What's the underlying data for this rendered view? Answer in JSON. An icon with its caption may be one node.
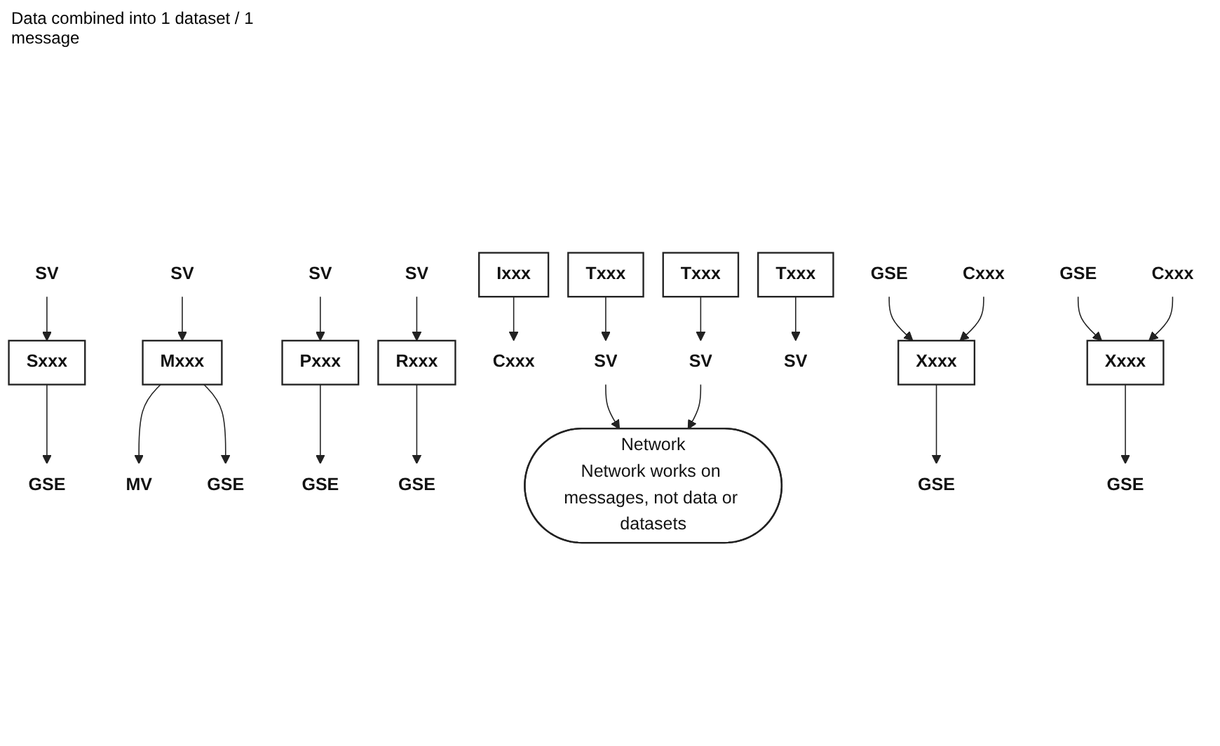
{
  "diagram": {
    "nodes": [
      {
        "text": [
          "Sxxx"
        ]
      },
      {
        "text": [
          "Mxxx"
        ]
      },
      {
        "text": [
          "Pxxx"
        ]
      },
      {
        "text": [
          "Rxxx"
        ]
      },
      {
        "text": [
          "Ixxx"
        ]
      },
      {
        "text": [
          "SV"
        ]
      },
      {
        "text": [
          "GSE"
        ]
      },
      {
        "text": [
          "MV"
        ]
      },
      {
        "text": [
          "SV"
        ]
      },
      {
        "text": [
          "GSE"
        ]
      },
      {
        "text": [
          "SV"
        ]
      },
      {
        "text": [
          "GSE"
        ]
      },
      {
        "text": [
          "SV"
        ]
      },
      {
        "text": [
          "GSE"
        ]
      },
      {
        "text": [
          "Cxxx"
        ]
      },
      {
        "text": [
          "Network",
          "Network works on messages, not data or datasets"
        ]
      },
      {
        "text": [
          "SV"
        ]
      },
      {
        "text": [
          "SV"
        ]
      },
      {
        "text": [
          "Txxx"
        ]
      },
      {
        "text": [
          "Txxx"
        ]
      },
      {
        "text": [
          "SV"
        ]
      },
      {
        "text": [
          "Txxx"
        ]
      },
      {
        "text": [
          "GSE"
        ]
      },
      {
        "text": [
          "GSE"
        ]
      },
      {
        "text": [
          "Cxxx"
        ]
      },
      {
        "text": [
          "Xxxx"
        ]
      },
      {
        "text": [
          "GSE"
        ]
      },
      {
        "text": [
          "GSE"
        ]
      },
      {
        "text": [
          "Cxxx"
        ]
      },
      {
        "text": [
          "Xxxx"
        ]
      }
    ],
    "edges": [
      {
        "from": 5,
        "to": 0,
        "arrow": "to"
      },
      {
        "from": 0,
        "to": 6,
        "arrow": "to"
      },
      {
        "from": 1,
        "to": 7,
        "arrow": "to"
      },
      {
        "from": 8,
        "to": 1,
        "arrow": "to"
      },
      {
        "from": 1,
        "to": 9,
        "arrow": "to"
      },
      {
        "from": 10,
        "to": 2,
        "arrow": "to"
      },
      {
        "from": 2,
        "to": 11,
        "arrow": "to"
      },
      {
        "from": 12,
        "to": 3,
        "arrow": "to"
      },
      {
        "from": 3,
        "to": 13,
        "arrow": "to"
      },
      {
        "from": 4,
        "to": 14,
        "arrow": "to"
      },
      {
        "from": 16,
        "to": 15,
        "arrow": "to"
      },
      {
        "from": 17,
        "to": 15,
        "arrow": "to"
      },
      {
        "from": 18,
        "to": 16,
        "arrow": "to"
      },
      {
        "from": 19,
        "to": 17,
        "arrow": "to"
      },
      {
        "from": 21,
        "to": 20,
        "arrow": "to"
      },
      {
        "from": 25,
        "to": 22,
        "arrow": "to"
      },
      {
        "from": 23,
        "to": 25,
        "arrow": "to"
      },
      {
        "from": 24,
        "to": 25,
        "arrow": "to"
      },
      {
        "from": 29,
        "to": 26,
        "arrow": "to"
      },
      {
        "from": 27,
        "to": 29,
        "arrow": "to"
      },
      {
        "from": 28,
        "to": 29,
        "arrow": "to"
      }
    ],
    "labels": [
      "Data combined into 1 dataset / 1 message"
    ]
  }
}
